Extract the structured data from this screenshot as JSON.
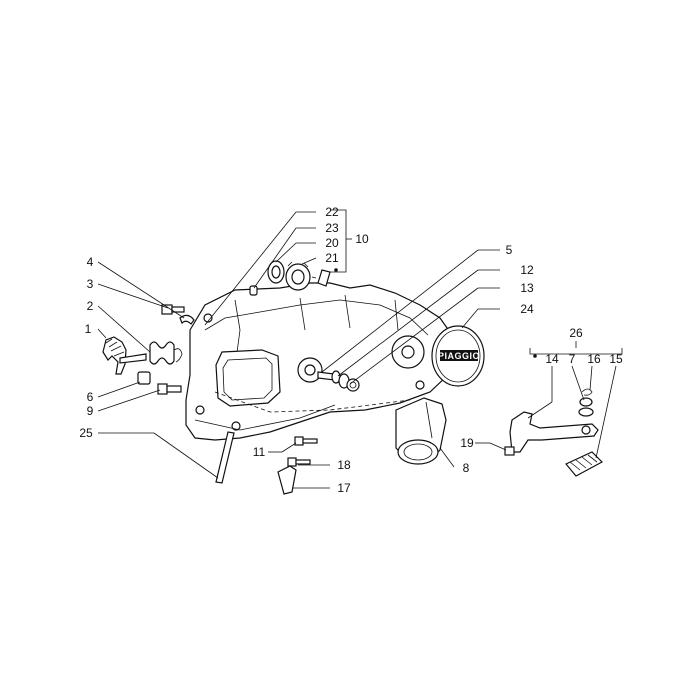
{
  "diagram": {
    "labels": [
      {
        "id": "1",
        "text": "1"
      },
      {
        "id": "2",
        "text": "2"
      },
      {
        "id": "3",
        "text": "3"
      },
      {
        "id": "4",
        "text": "4"
      },
      {
        "id": "5",
        "text": "5"
      },
      {
        "id": "6",
        "text": "6"
      },
      {
        "id": "7",
        "text": "7"
      },
      {
        "id": "8",
        "text": "8"
      },
      {
        "id": "9",
        "text": "9"
      },
      {
        "id": "10",
        "text": "10"
      },
      {
        "id": "11",
        "text": "11"
      },
      {
        "id": "12",
        "text": "12"
      },
      {
        "id": "13",
        "text": "13"
      },
      {
        "id": "14",
        "text": "14"
      },
      {
        "id": "15",
        "text": "15"
      },
      {
        "id": "16",
        "text": "16"
      },
      {
        "id": "17",
        "text": "17"
      },
      {
        "id": "18",
        "text": "18"
      },
      {
        "id": "19",
        "text": "19"
      },
      {
        "id": "20",
        "text": "20"
      },
      {
        "id": "21",
        "text": "21"
      },
      {
        "id": "22",
        "text": "22"
      },
      {
        "id": "23",
        "text": "23"
      },
      {
        "id": "24",
        "text": "24"
      },
      {
        "id": "25",
        "text": "25"
      },
      {
        "id": "26",
        "text": "26"
      }
    ],
    "cover_logo": "PIAGGIO"
  }
}
